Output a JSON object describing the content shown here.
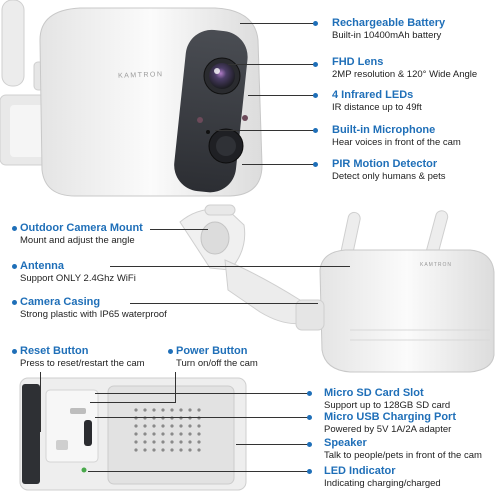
{
  "features": {
    "battery": {
      "title": "Rechargeable Battery",
      "desc": "Built-in 10400mAh battery"
    },
    "lens": {
      "title": "FHD Lens",
      "desc": "2MP resolution & 120° Wide Angle"
    },
    "leds": {
      "title": "4 Infrared LEDs",
      "desc": "IR distance up to 49ft"
    },
    "mic": {
      "title": "Built-in Microphone",
      "desc": "Hear voices in front of the cam"
    },
    "pir": {
      "title": "PIR Motion Detector",
      "desc": "Detect only humans & pets"
    },
    "mount": {
      "title": "Outdoor Camera Mount",
      "desc": "Mount and adjust the angle"
    },
    "antenna": {
      "title": "Antenna",
      "desc": "Support ONLY 2.4Ghz WiFi"
    },
    "casing": {
      "title": "Camera Casing",
      "desc": "Strong plastic with IP65 waterproof"
    },
    "reset": {
      "title": "Reset Button",
      "desc": "Press to reset/restart the cam"
    },
    "power": {
      "title": "Power Button",
      "desc": "Turn on/off the cam"
    },
    "sd": {
      "title": "Micro SD Card Slot",
      "desc": "Support up to 128GB SD card"
    },
    "usb": {
      "title": "Micro USB Charging Port",
      "desc": "Powered by 5V 1A/2A adapter"
    },
    "speaker": {
      "title": "Speaker",
      "desc": "Talk to people/pets in front of the cam"
    },
    "led": {
      "title": "LED Indicator",
      "desc": "Indicating charging/charged"
    }
  },
  "brand": {
    "front": "KAMTRON",
    "side": "KAMTRON"
  },
  "colors": {
    "accent": "#1f6fb8",
    "body": "#f2f2f2",
    "lens": "#3a3d42"
  }
}
